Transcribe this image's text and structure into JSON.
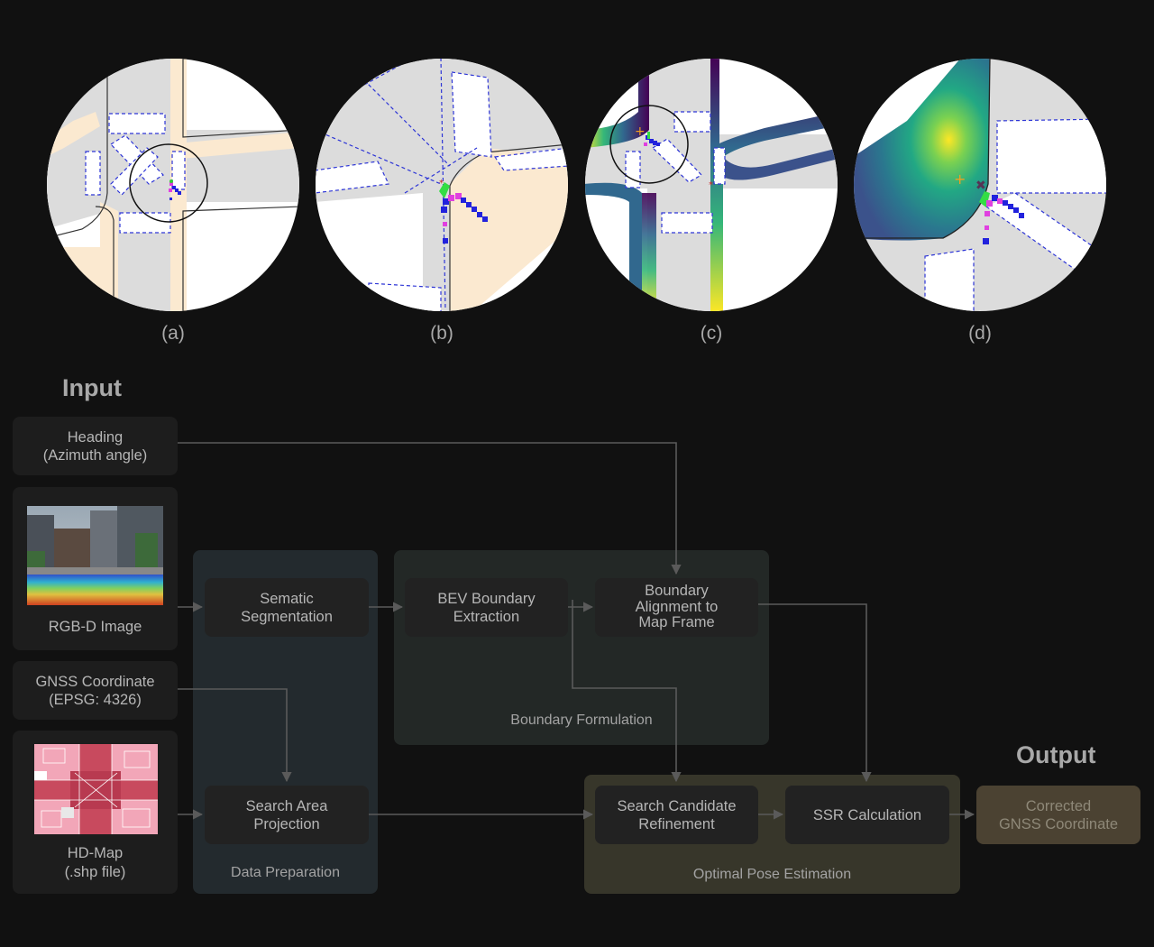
{
  "panels": [
    {
      "label": "(a)"
    },
    {
      "label": "(b)"
    },
    {
      "label": "(c)"
    },
    {
      "label": "(d)"
    }
  ],
  "sections": {
    "input": "Input",
    "output": "Output"
  },
  "inputs": {
    "heading": "Heading\n(Azimuth angle)",
    "rgbd": "RGB-D Image",
    "gnss": "GNSS Coordinate\n(EPSG: 4326)",
    "hdmap": "HD-Map\n(.shp file)"
  },
  "groups": {
    "data_preparation": "Data Preparation",
    "boundary_formulation": "Boundary Formulation",
    "optimal_pose": "Optimal Pose Estimation"
  },
  "steps": {
    "segmentation": "Sematic\nSegmentation",
    "search_area": "Search Area\nProjection",
    "bev": "BEV Boundary\nExtraction",
    "alignment": "Boundary\nAlignment to\nMap Frame",
    "refinement": "Search Candidate\nRefinement",
    "ssr": "SSR Calculation"
  },
  "output": {
    "corrected": "Corrected\nGNSS Coordinate"
  },
  "colors": {
    "background": "#111111",
    "data_prep_group": "#232a2e",
    "boundary_group": "#232826",
    "pose_group": "#37362a",
    "output_box": "#4b4232",
    "road": "#dcdcdc",
    "sidewalk": "#fbe9d0",
    "lane_dash": "#2d35d6"
  }
}
